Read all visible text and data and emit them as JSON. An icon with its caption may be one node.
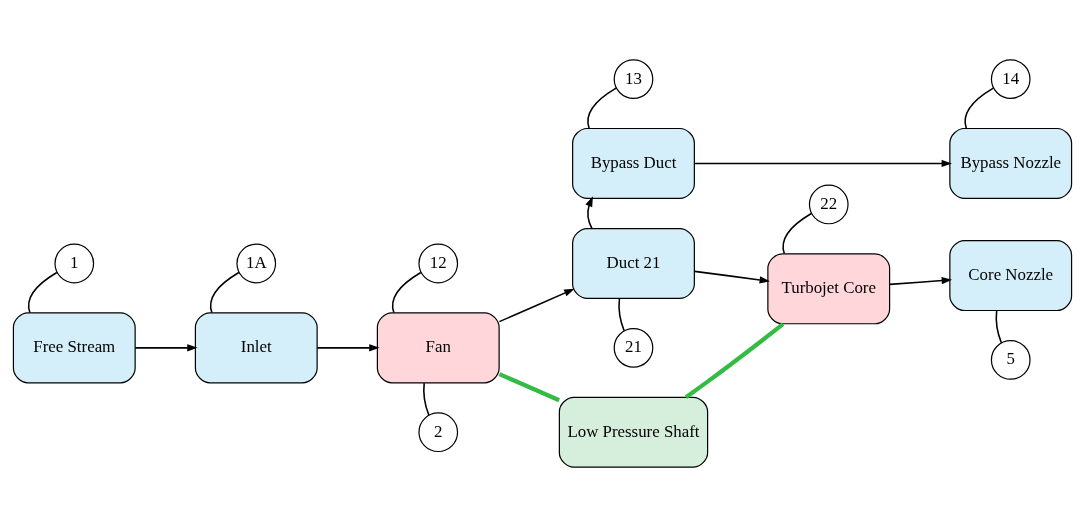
{
  "diagram": {
    "nodes": [
      {
        "text": [
          "Free Stream"
        ]
      },
      {
        "text": [
          "Inlet"
        ]
      },
      {
        "text": [
          "Fan"
        ]
      },
      {
        "text": [
          "Duct 21"
        ]
      },
      {
        "text": [
          "Turbojet Core"
        ]
      },
      {
        "text": [
          "Core Nozzle"
        ]
      },
      {
        "text": [
          "Bypass Duct"
        ]
      },
      {
        "text": [
          "Bypass Nozzle"
        ]
      },
      {
        "text": [
          "Low Pressure Shaft"
        ]
      },
      {
        "text": [
          "12"
        ]
      },
      {
        "text": [
          "13"
        ]
      },
      {
        "text": [
          "14"
        ]
      },
      {
        "text": [
          "1"
        ]
      },
      {
        "text": [
          "1A"
        ]
      },
      {
        "text": [
          "2"
        ]
      },
      {
        "text": [
          "21"
        ]
      },
      {
        "text": [
          "22"
        ]
      },
      {
        "text": [
          "5"
        ]
      }
    ],
    "edges": [
      {
        "from": 0,
        "to": 1,
        "arrow": "to"
      },
      {
        "from": 1,
        "to": 2,
        "arrow": "to"
      },
      {
        "from": 2,
        "to": 3,
        "arrow": "to"
      },
      {
        "from": 3,
        "to": 4,
        "arrow": "to"
      },
      {
        "from": 4,
        "to": 5,
        "arrow": "to"
      },
      {
        "from": 3,
        "to": 6,
        "arrow": "to"
      },
      {
        "from": 6,
        "to": 7,
        "arrow": "to"
      },
      {
        "from": 2,
        "to": 8,
        "arrow": "none",
        "style": "thick",
        "color": "#33bb44"
      },
      {
        "from": 4,
        "to": 8,
        "arrow": "none",
        "style": "thick",
        "color": "#33bb44"
      },
      {
        "from": 9,
        "to": 2,
        "arrow": "none"
      },
      {
        "from": 10,
        "to": 6,
        "arrow": "none"
      },
      {
        "from": 11,
        "to": 7,
        "arrow": "none"
      },
      {
        "from": 12,
        "to": 0,
        "arrow": "none"
      },
      {
        "from": 13,
        "to": 1,
        "arrow": "none"
      },
      {
        "from": 14,
        "to": 2,
        "arrow": "none"
      },
      {
        "from": 15,
        "to": 3,
        "arrow": "none"
      },
      {
        "from": 16,
        "to": 4,
        "arrow": "none"
      },
      {
        "from": 17,
        "to": 5,
        "arrow": "none"
      }
    ]
  }
}
